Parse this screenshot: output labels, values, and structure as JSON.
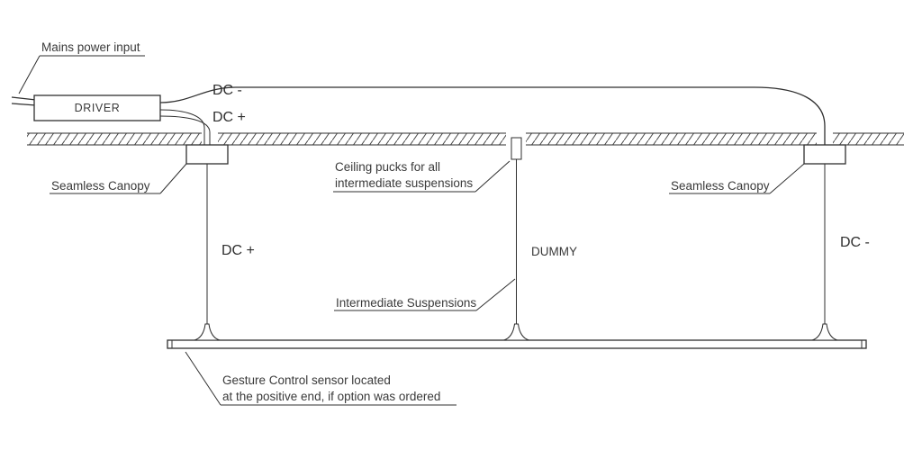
{
  "labels": {
    "mains": "Mains power input",
    "driver": "DRIVER",
    "dc_minus_top": "DC -",
    "dc_plus_top": "DC +",
    "seamless_canopy_left": "Seamless Canopy",
    "ceiling_pucks_line1": "Ceiling pucks for all",
    "ceiling_pucks_line2": "intermediate suspensions",
    "seamless_canopy_right": "Seamless Canopy",
    "dc_plus_wire": "DC +",
    "dummy": "DUMMY",
    "dc_minus_wire": "DC -",
    "intermediate_suspensions": "Intermediate Suspensions",
    "gesture_line1": "Gesture Control sensor located",
    "gesture_line2": "at the positive end, if option was ordered"
  },
  "colors": {
    "line": "#2f2f2f",
    "text": "#3a3a3a",
    "background": "#ffffff"
  }
}
